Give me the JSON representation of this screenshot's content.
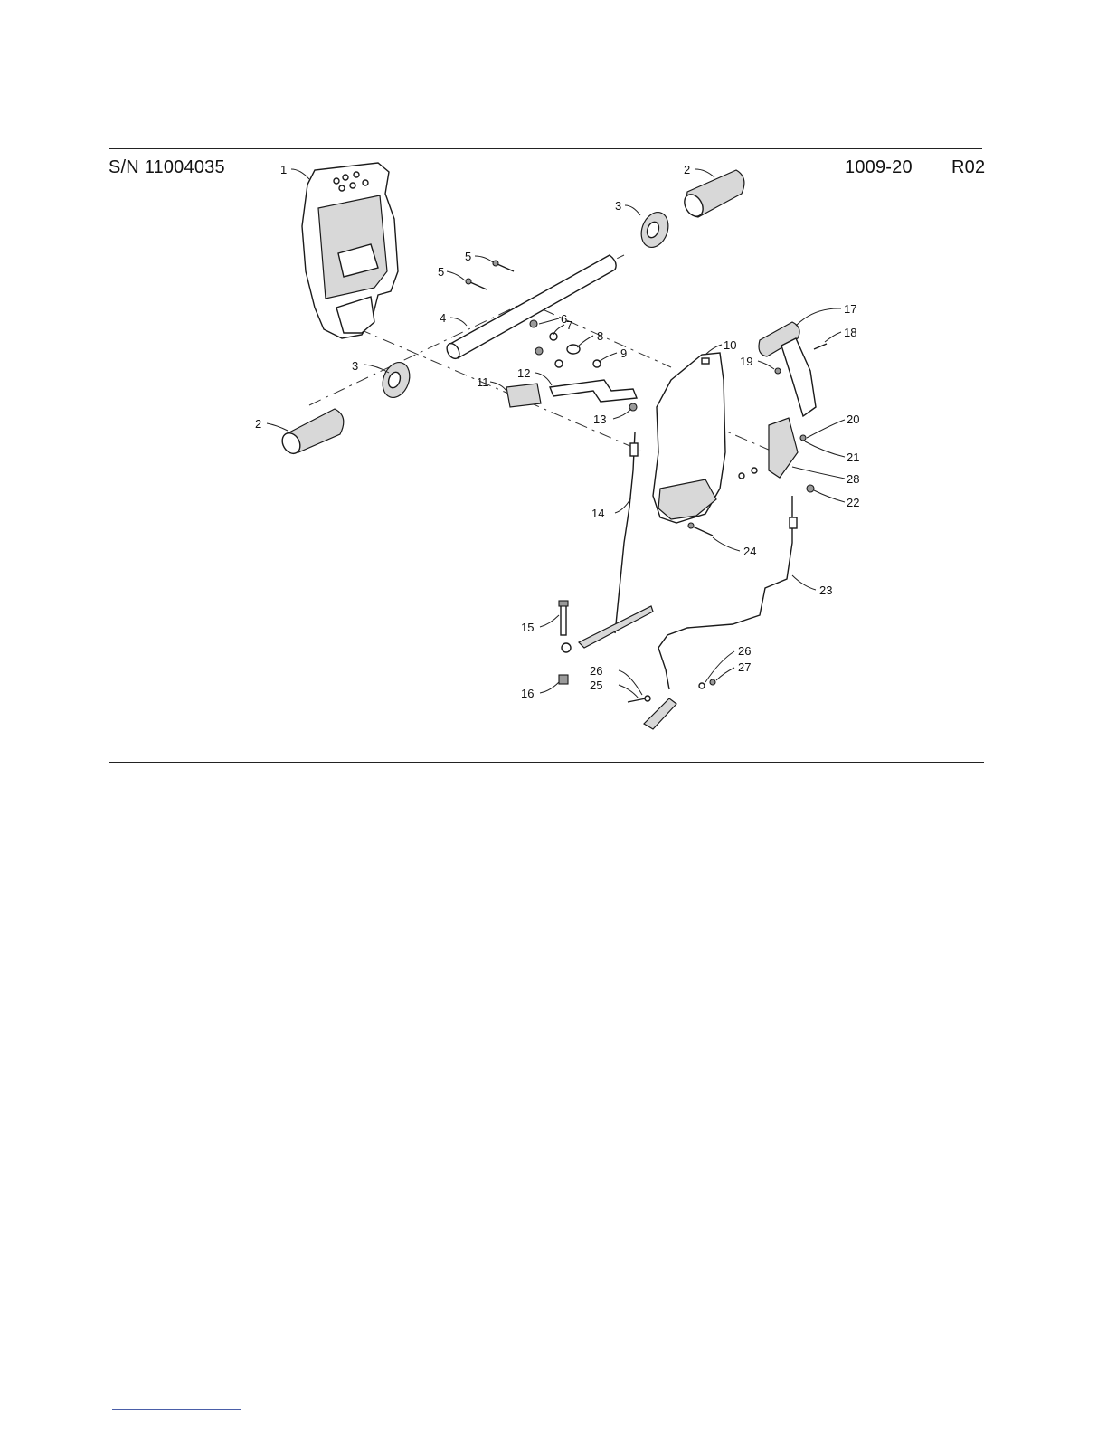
{
  "header": {
    "serial": "S/N 11004035",
    "doc_number": "1009-20",
    "revision": "R02"
  },
  "callouts": [
    {
      "id": "c1a",
      "label": "1"
    },
    {
      "id": "c2a",
      "label": "2"
    },
    {
      "id": "c2b",
      "label": "2"
    },
    {
      "id": "c3a",
      "label": "3"
    },
    {
      "id": "c3b",
      "label": "3"
    },
    {
      "id": "c4",
      "label": "4"
    },
    {
      "id": "c5a",
      "label": "5"
    },
    {
      "id": "c5b",
      "label": "5"
    },
    {
      "id": "c6",
      "label": "6"
    },
    {
      "id": "c7",
      "label": "7"
    },
    {
      "id": "c8",
      "label": "8"
    },
    {
      "id": "c9",
      "label": "9"
    },
    {
      "id": "c10",
      "label": "10"
    },
    {
      "id": "c11",
      "label": "11"
    },
    {
      "id": "c12",
      "label": "12"
    },
    {
      "id": "c13",
      "label": "13"
    },
    {
      "id": "c14",
      "label": "14"
    },
    {
      "id": "c15",
      "label": "15"
    },
    {
      "id": "c16",
      "label": "16"
    },
    {
      "id": "c17",
      "label": "17"
    },
    {
      "id": "c18",
      "label": "18"
    },
    {
      "id": "c19",
      "label": "19"
    },
    {
      "id": "c20",
      "label": "20"
    },
    {
      "id": "c21",
      "label": "21"
    },
    {
      "id": "c22",
      "label": "22"
    },
    {
      "id": "c23",
      "label": "23"
    },
    {
      "id": "c24",
      "label": "24"
    },
    {
      "id": "c25",
      "label": "25"
    },
    {
      "id": "c26a",
      "label": "26"
    },
    {
      "id": "c26b",
      "label": "26"
    },
    {
      "id": "c27",
      "label": "27"
    },
    {
      "id": "c28",
      "label": "28"
    }
  ]
}
